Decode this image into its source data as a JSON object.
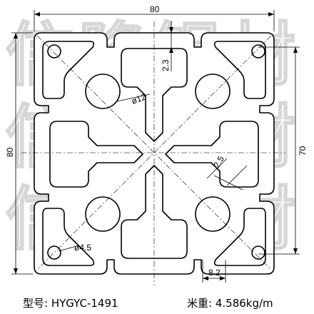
{
  "watermark": {
    "text": "信隆铝材"
  },
  "dimensions": {
    "width": "80",
    "height": "80",
    "center_spacing": "70",
    "slot_depth": "2.3",
    "center_hole_dia": "ø12",
    "wall": "2.5",
    "corner_hole_dia": "ø4.5",
    "slot_width": "8.2"
  },
  "footer": {
    "model_label": "型号:",
    "model_value": "HYGYC-1491",
    "weight_label": "米重:",
    "weight_value": "4.586kg/m"
  }
}
